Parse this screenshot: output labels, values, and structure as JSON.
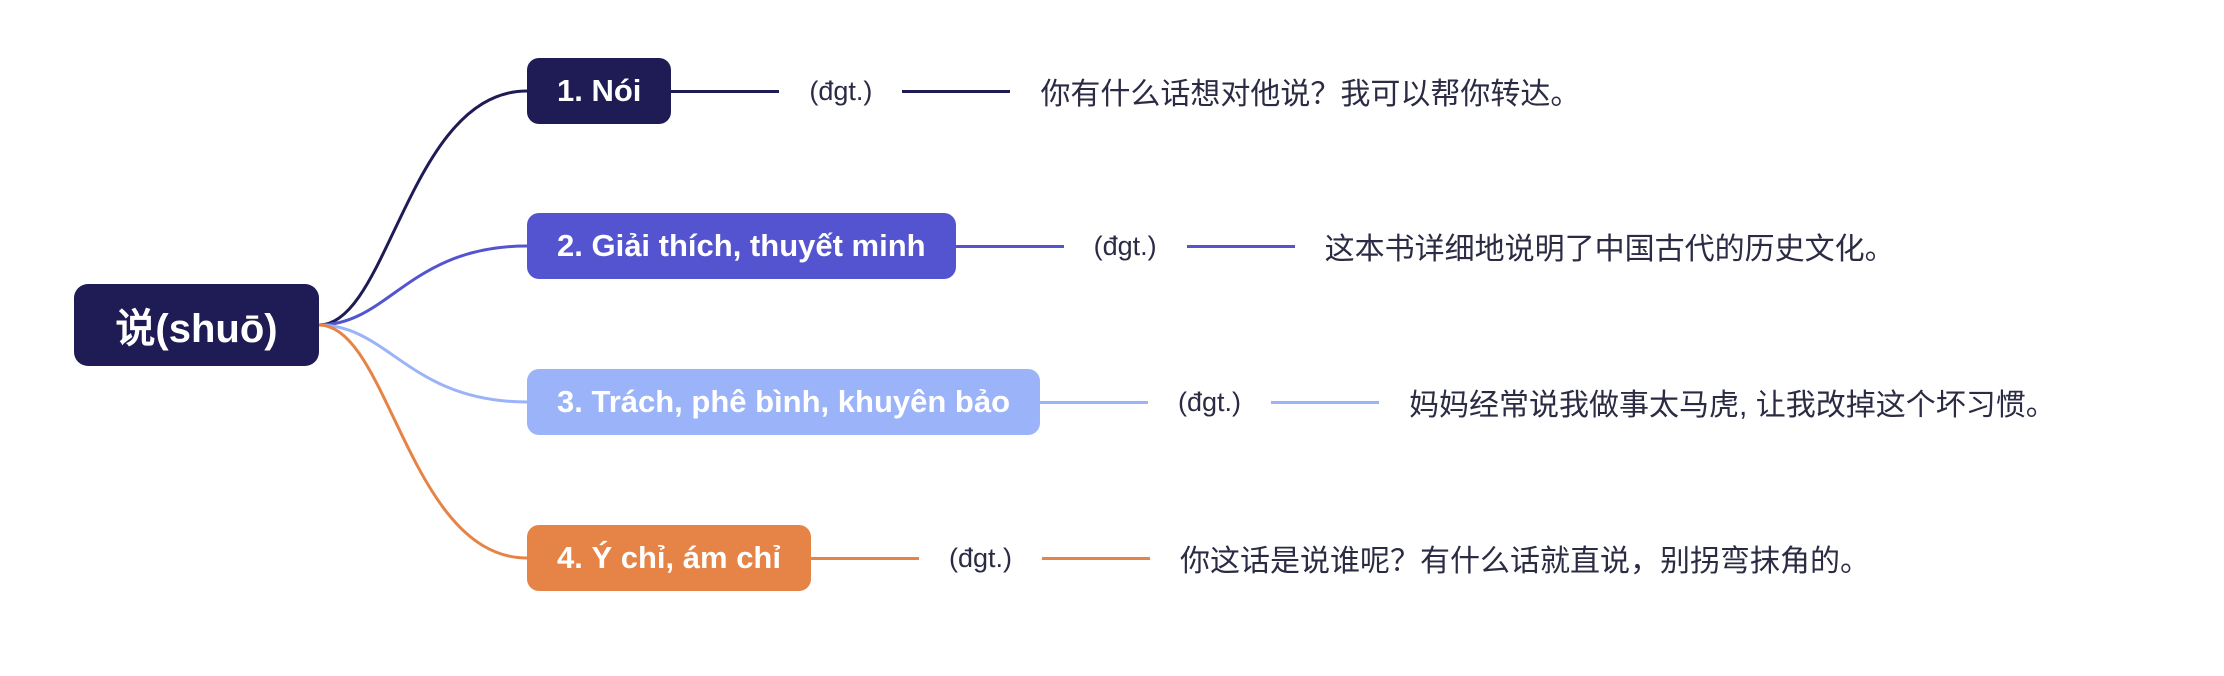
{
  "root": {
    "label": "说(shuō)",
    "color": "#1e1b55"
  },
  "branches": [
    {
      "label": "1. Nói",
      "pos": "(đgt.)",
      "example": "你有什么话想对他说？我可以帮你转达。",
      "color": "#1e1b55"
    },
    {
      "label": "2. Giải thích, thuyết minh",
      "pos": "(đgt.)",
      "example": "这本书详细地说明了中国古代的历史文化。",
      "color": "#5454d0"
    },
    {
      "label": "3. Trách, phê bình, khuyên bảo",
      "pos": "(đgt.)",
      "example": "妈妈经常说我做事太马虎, 让我改掉这个坏习惯。",
      "color": "#9bb3f8"
    },
    {
      "label": "4. Ý chỉ, ám chỉ",
      "pos": "(đgt.)",
      "example": "你这话是说谁呢？有什么话就直说，别拐弯抹角的。",
      "color": "#e58446"
    }
  ]
}
